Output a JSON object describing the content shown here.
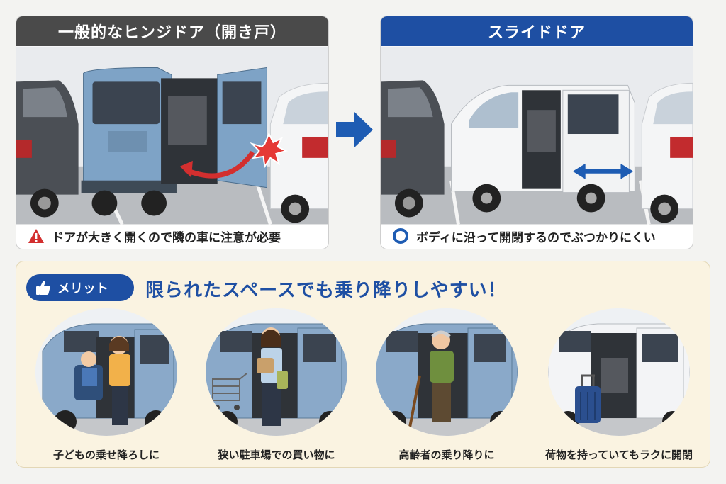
{
  "hinge_panel": {
    "title": "一般的なヒンジドア（開き戸）",
    "warning_text": "ドアが大きく開くので隣の車に注意が必要",
    "warning_icon": "warning-triangle-icon",
    "title_color": "#4a4a4a"
  },
  "slide_panel": {
    "title": "スライドドア",
    "ok_text": "ボディに沿って開閉するのでぶつかりにくい",
    "ok_icon": "circle-ok-icon",
    "title_color": "#1e4fa3"
  },
  "transition_arrow": "right-arrow-icon",
  "merit": {
    "badge_label": "メリット",
    "badge_icon": "thumbs-up-icon",
    "headline": "限られたスペースでも乗り降りしやすい！",
    "scenes": [
      {
        "caption": "子どもの乗せ降ろしに"
      },
      {
        "caption": "狭い駐車場での買い物に"
      },
      {
        "caption": "高齢者の乗り降りに"
      },
      {
        "caption": "荷物を持っていてもラクに開閉"
      }
    ]
  },
  "colors": {
    "accent_blue": "#1e4fa3",
    "warning_red": "#d32f2f",
    "merit_bg": "#faf3e1"
  }
}
